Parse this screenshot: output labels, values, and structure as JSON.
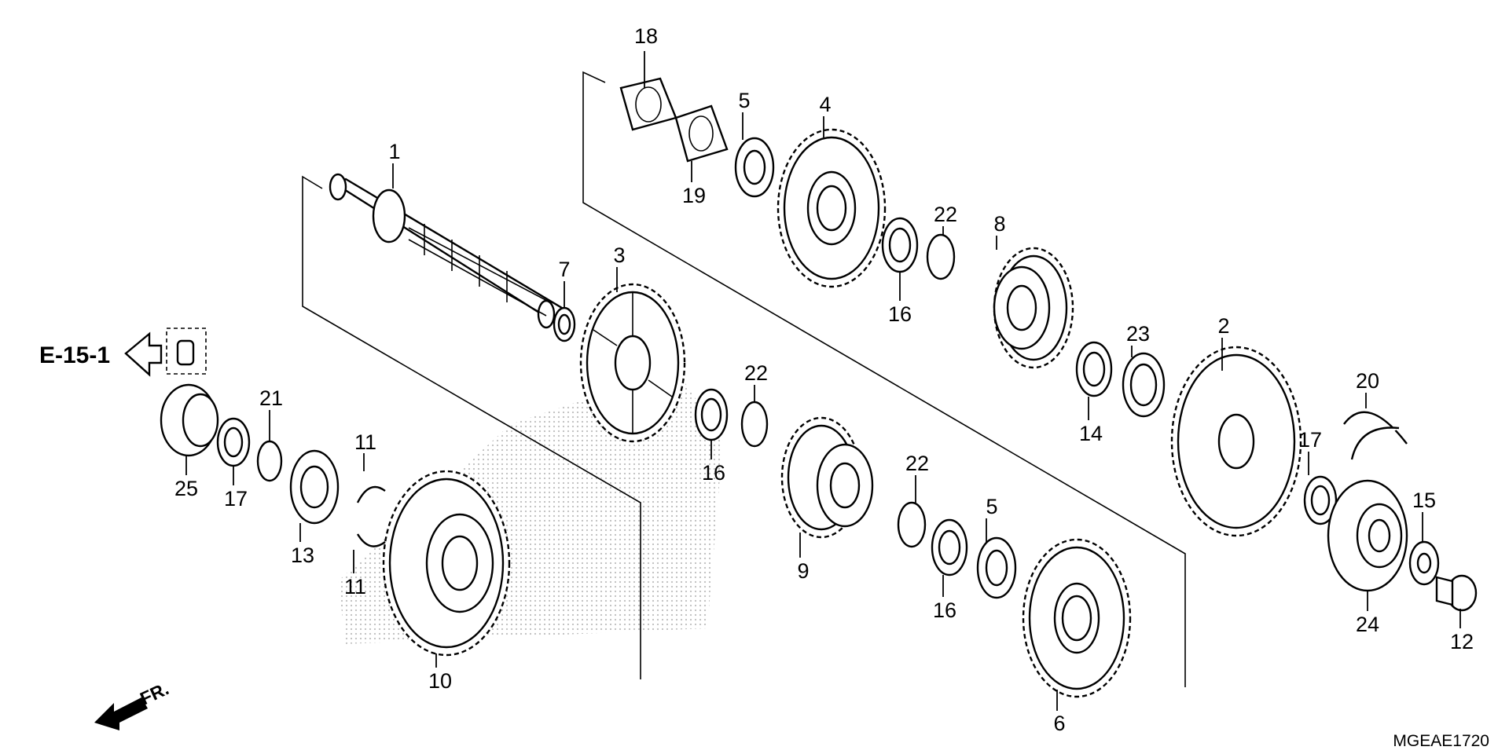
{
  "diagram": {
    "reference_label": "E-15-1",
    "drawing_code": "MGEAE1720",
    "front_label": "FR.",
    "callouts": [
      "1",
      "2",
      "3",
      "4",
      "5",
      "5",
      "6",
      "7",
      "8",
      "9",
      "10",
      "11",
      "11",
      "12",
      "13",
      "14",
      "15",
      "16",
      "16",
      "16",
      "17",
      "17",
      "18",
      "19",
      "20",
      "21",
      "22",
      "22",
      "22",
      "23",
      "24",
      "25"
    ],
    "icons": [
      "arrow-outline-icon",
      "dowel-pin-icon",
      "front-arrow-icon"
    ]
  }
}
